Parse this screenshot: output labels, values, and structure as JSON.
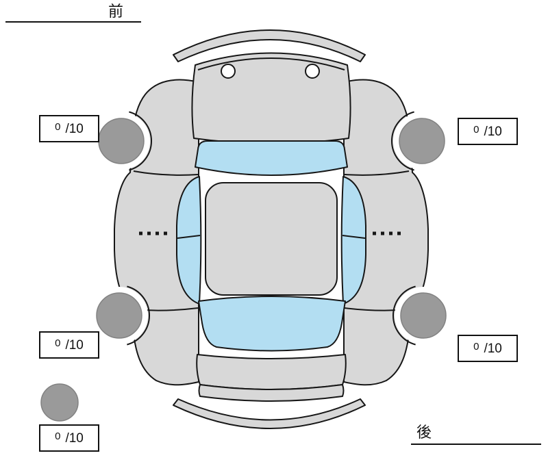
{
  "labels": {
    "front": "前",
    "rear": "後"
  },
  "scores": {
    "front_left": {
      "value": "0",
      "out_of": "/10"
    },
    "front_right": {
      "value": "0",
      "out_of": "/10"
    },
    "rear_left": {
      "value": "0",
      "out_of": "/10"
    },
    "rear_right": {
      "value": "0",
      "out_of": "/10"
    },
    "spare": {
      "value": "0",
      "out_of": "/10"
    }
  },
  "colors": {
    "body": "#d8d8d8",
    "glass": "#b3def2",
    "tire": "#9a9a9a",
    "outline": "#161616",
    "background": "#ffffff"
  }
}
